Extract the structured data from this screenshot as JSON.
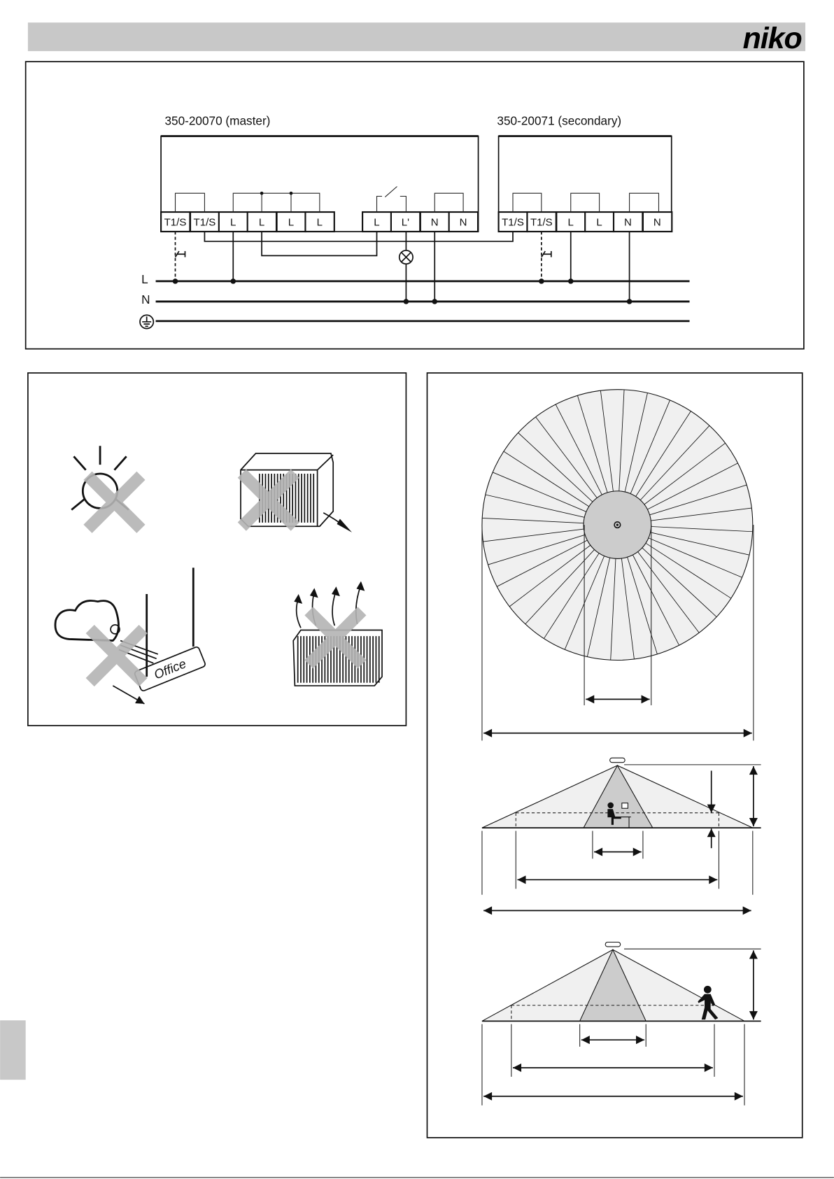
{
  "header": {
    "logo": "niko",
    "bar_color": "#c8c8c8"
  },
  "wiring": {
    "master_label": "350-20070 (master)",
    "secondary_label": "350-20071 (secondary)",
    "master_terminals": [
      "T1/S",
      "T1/S",
      "L",
      "L",
      "L",
      "L",
      "L",
      "L'",
      "N",
      "N"
    ],
    "secondary_terminals": [
      "T1/S",
      "T1/S",
      "L",
      "L",
      "N",
      "N"
    ],
    "line_labels": {
      "live": "L",
      "neutral": "N"
    },
    "earth_icon": "earth-symbol-icon"
  },
  "placement": {
    "icons": [
      "sun-icon",
      "air-conditioner-icon",
      "draught-fan-icon",
      "radiator-icon"
    ],
    "office_sign": "Office",
    "cross_color": "#b4b4b4"
  },
  "detection": {
    "segments": 36,
    "fill_light": "#f0f0f0",
    "fill_dark": "#cccccc"
  }
}
